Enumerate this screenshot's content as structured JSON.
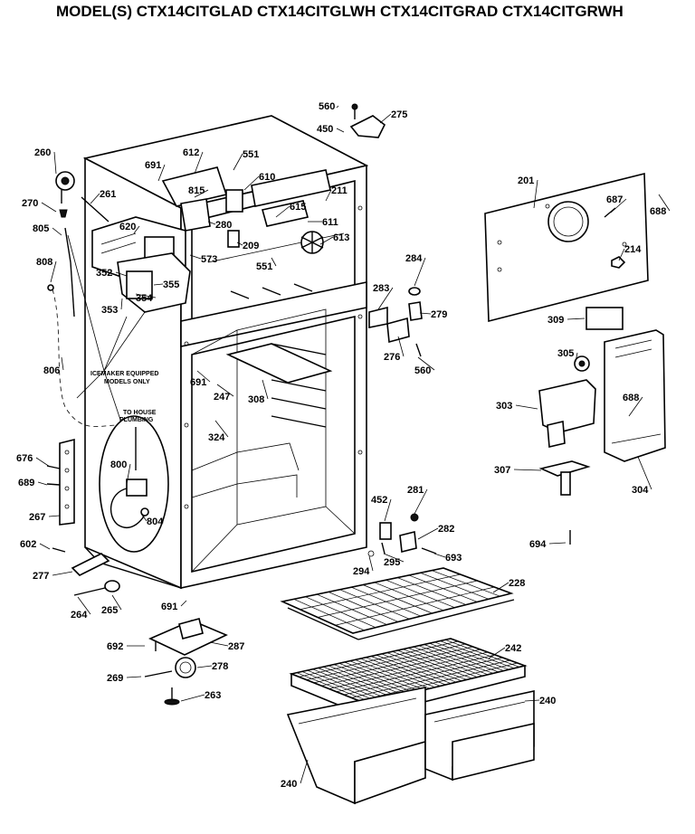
{
  "title": "MODEL(S) CTX14CITGLAD  CTX14CITGLWH  CTX14CITGRAD  CTX14CITGRWH",
  "notes": {
    "icemaker": [
      "ICEMAKER EQUIPPED",
      "MODELS ONLY"
    ],
    "house_plumbing": [
      "TO HOUSE",
      "PLUMBING"
    ]
  },
  "callouts": [
    "560",
    "275",
    "450",
    "260",
    "691",
    "612",
    "551",
    "610",
    "270",
    "261",
    "815",
    "211",
    "615",
    "805",
    "620",
    "280",
    "611",
    "209",
    "613",
    "573",
    "551",
    "808",
    "352",
    "355",
    "353",
    "354",
    "284",
    "283",
    "279",
    "276",
    "560",
    "201",
    "687",
    "688",
    "214",
    "309",
    "305",
    "691",
    "247",
    "308",
    "806",
    "324",
    "303",
    "688",
    "676",
    "800",
    "689",
    "267",
    "804",
    "307",
    "304",
    "452",
    "281",
    "282",
    "693",
    "694",
    "602",
    "295",
    "294",
    "277",
    "228",
    "691",
    "264",
    "265",
    "692",
    "287",
    "242",
    "269",
    "278",
    "263",
    "240",
    "240"
  ]
}
